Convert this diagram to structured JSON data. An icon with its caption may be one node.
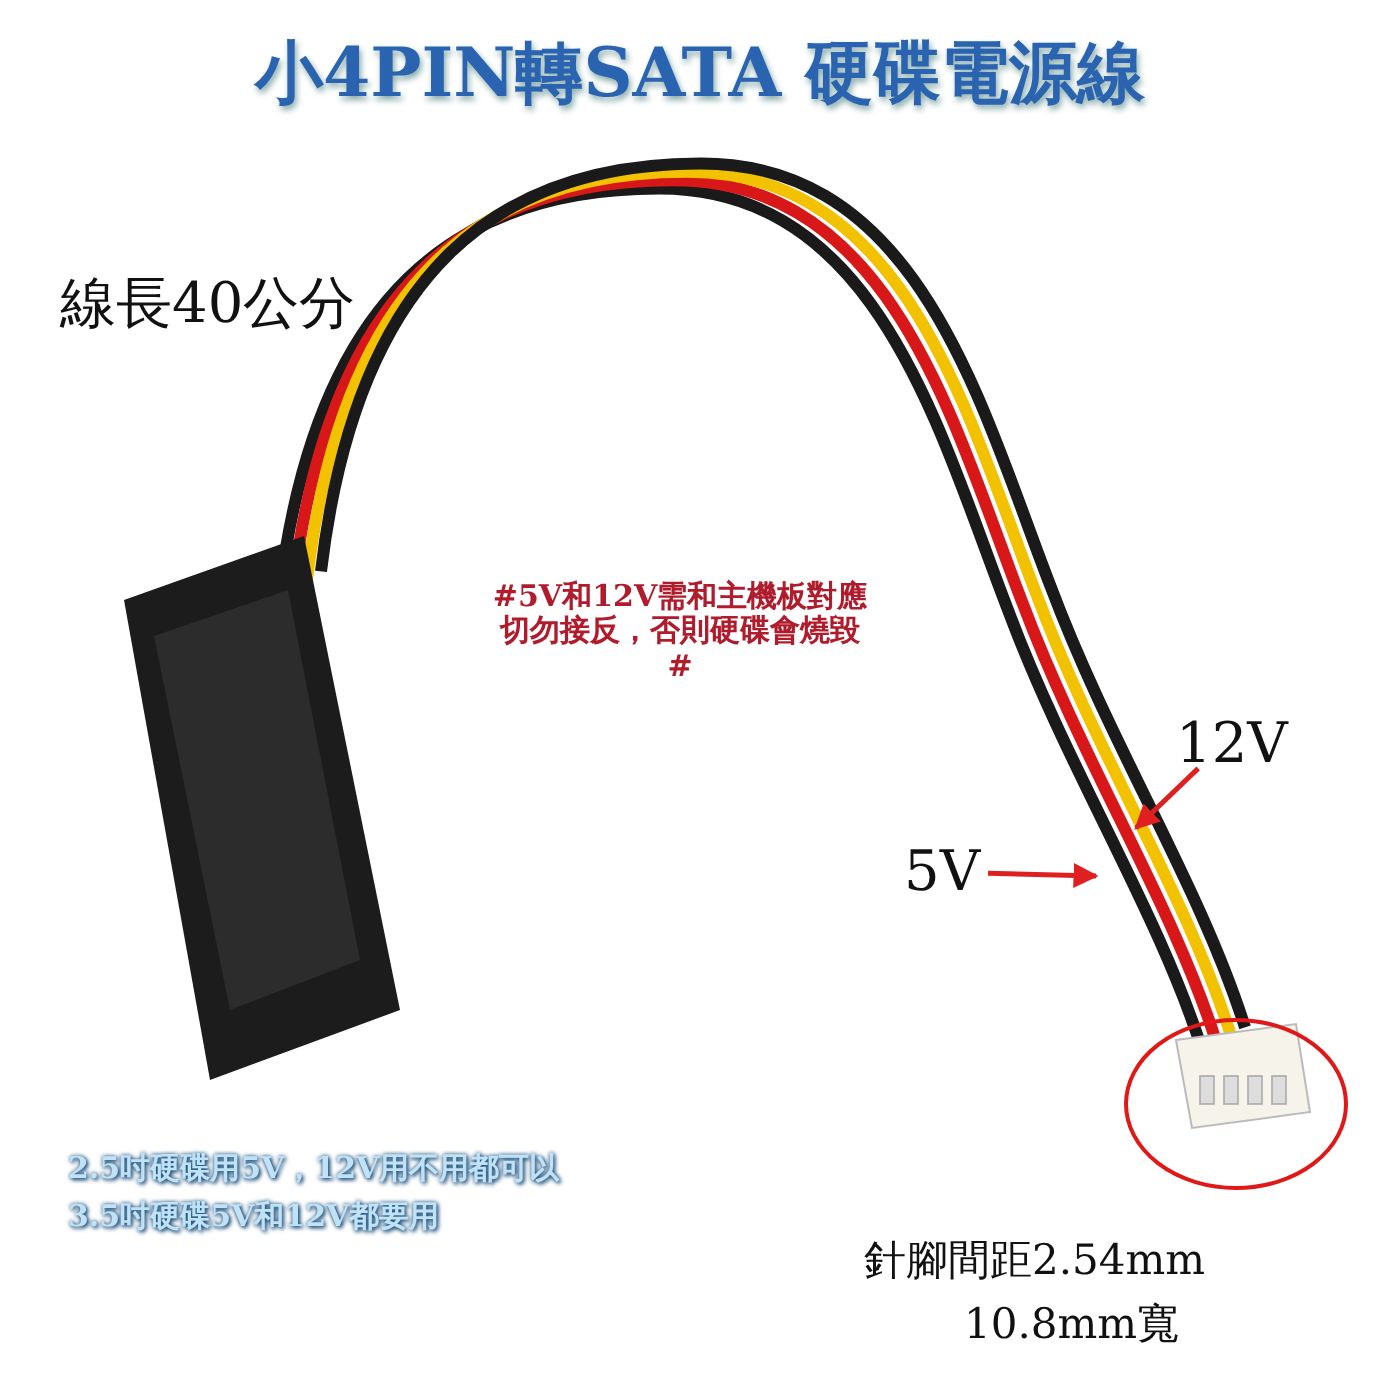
{
  "diagram": {
    "title": "小4PIN轉SATA 硬碟電源線",
    "nodes": [
      {
        "text": [
          "12V"
        ]
      },
      {
        "text": [
          "5V"
        ]
      }
    ],
    "edges": [
      {
        "from": 0,
        "to": null,
        "arrow": "to"
      },
      {
        "from": 1,
        "to": null,
        "arrow": "to"
      }
    ],
    "labels": [
      "線長40公分",
      "#5V和12V需和主機板對應切勿接反，否則硬碟會燒毀#",
      "2.5吋硬碟用5V，12V用不用都可以",
      "3.5吋硬碟5V和12V都要用",
      "針腳間距2.54mm",
      "10.8mm寬"
    ]
  }
}
